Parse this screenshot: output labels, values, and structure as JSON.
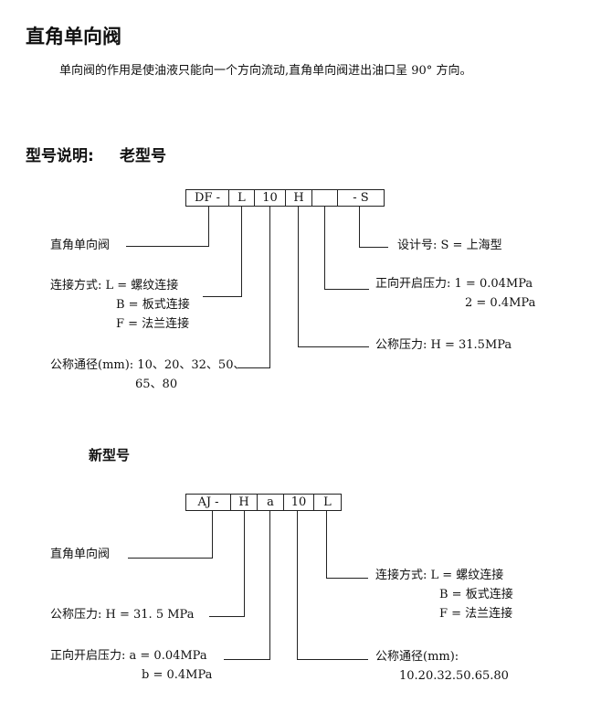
{
  "title": "直角单向阀",
  "intro": "单向阀的作用是使油液只能向一个方向流动,直角单向阀进出油口呈 90° 方向。",
  "section_title": "型号说明:",
  "old_model": {
    "label": "老型号",
    "code_boxes": [
      "DF -",
      "L",
      "10",
      "H",
      "",
      "- S"
    ],
    "legend": {
      "name": "直角单向阀",
      "connection_l": "连接方式: L = 螺纹连接",
      "connection_b": "B = 板式连接",
      "connection_f": "F = 法兰连接",
      "diameter_line1": "公称通径(mm): 10、20、32、50、",
      "diameter_line2": "65、80",
      "design": "设计号: S = 上海型",
      "open_pressure_1": "正向开启压力: 1 = 0.04MPa",
      "open_pressure_2": "2 = 0.4MPa",
      "nominal_pressure": "公称压力: H = 31.5MPa"
    }
  },
  "new_model": {
    "label": "新型号",
    "code_boxes": [
      "AJ -",
      "H",
      "a",
      "10",
      "L"
    ],
    "legend": {
      "name": "直角单向阀",
      "nominal_pressure": "公称压力: H = 31. 5 MPa",
      "open_pressure_a": "正向开启压力: a = 0.04MPa",
      "open_pressure_b": "b = 0.4MPa",
      "connection_l": "连接方式: L = 螺纹连接",
      "connection_b": "B = 板式连接",
      "connection_f": "F = 法兰连接",
      "diameter_label": "公称通径(mm):",
      "diameter_values": "10.20.32.50.65.80"
    }
  }
}
